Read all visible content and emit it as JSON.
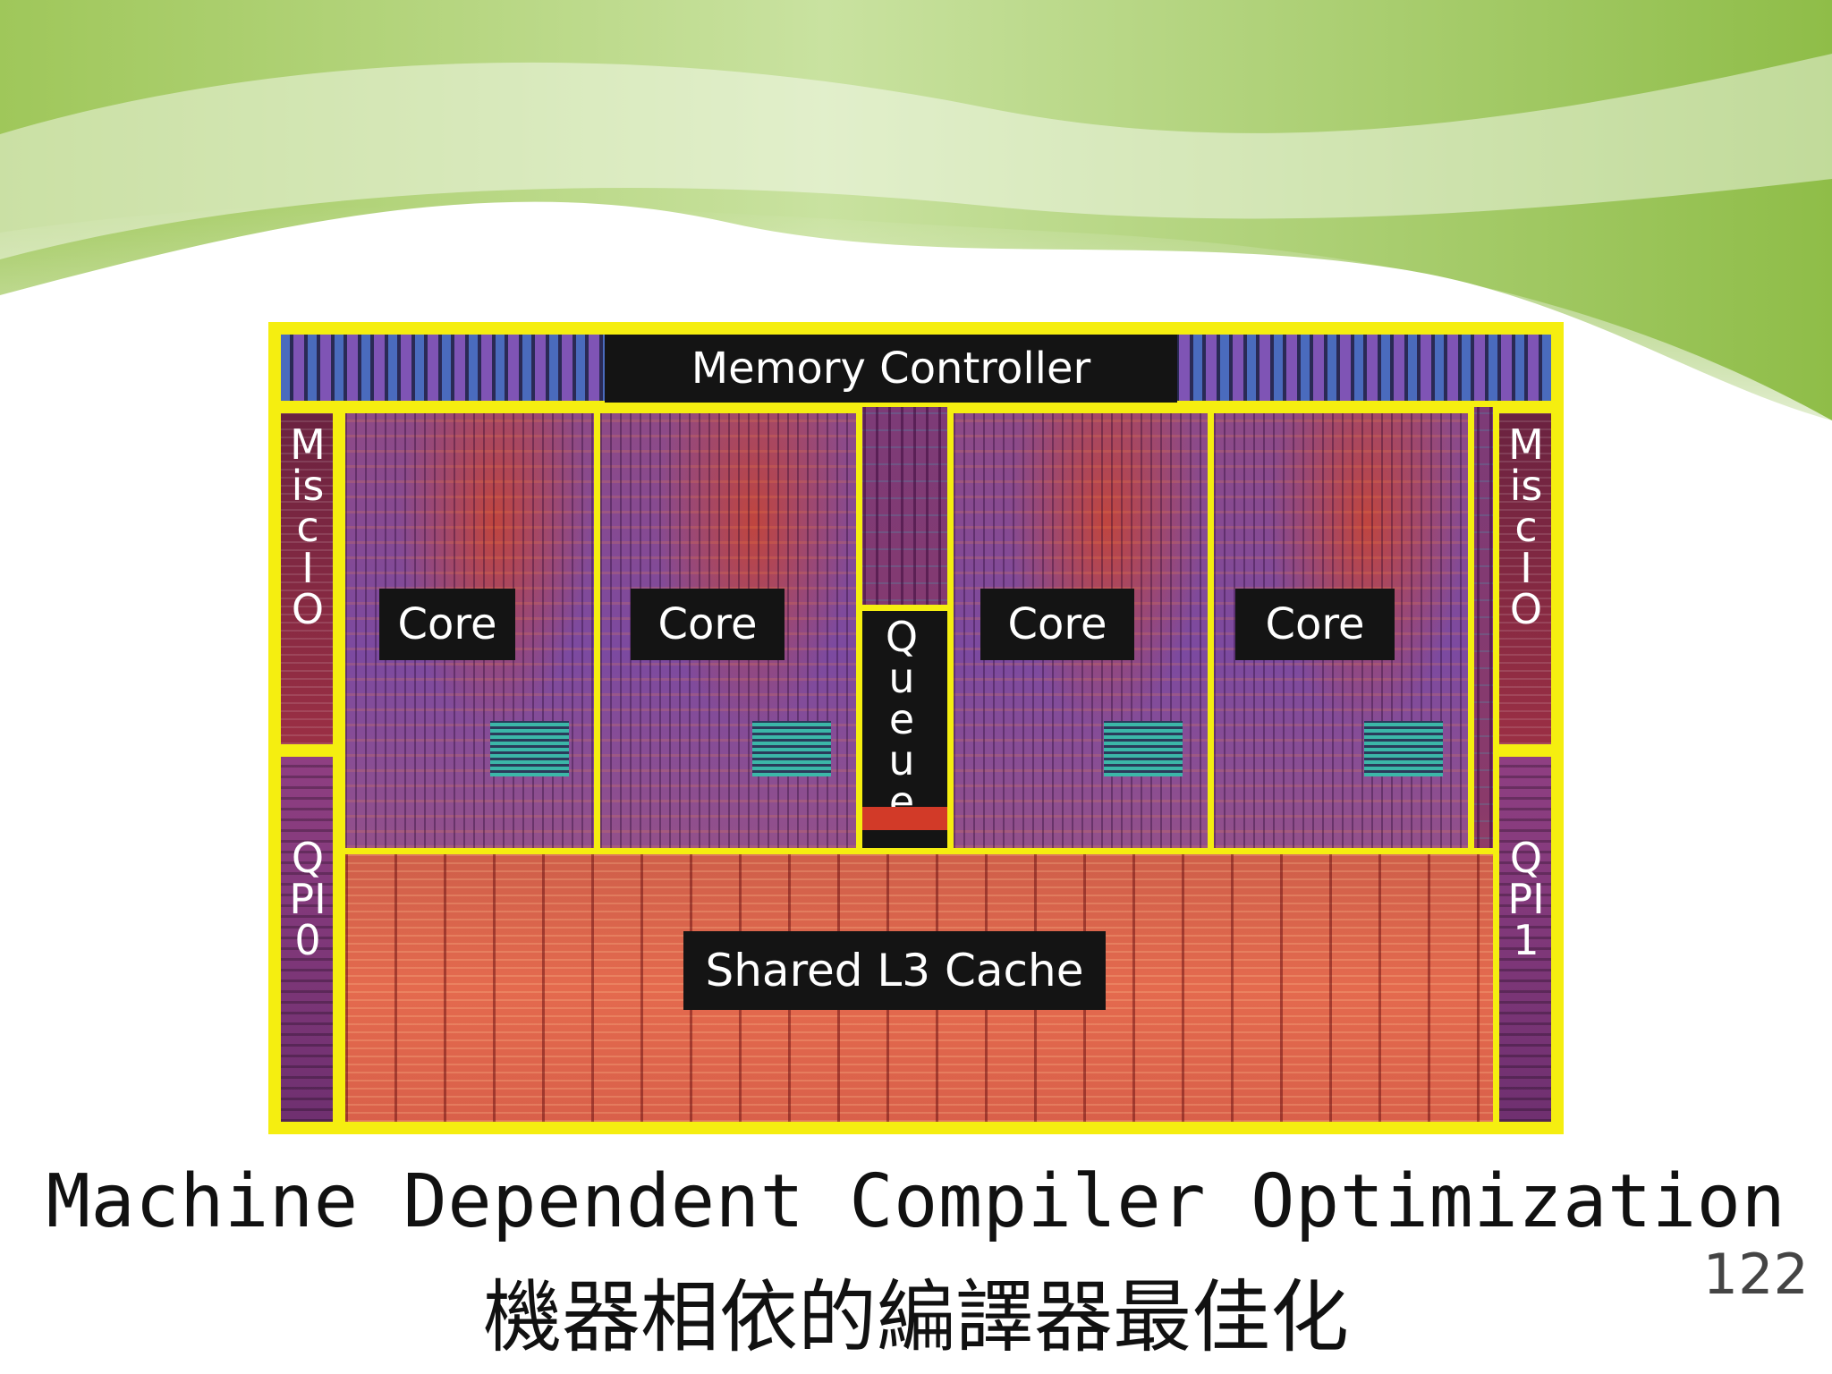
{
  "die": {
    "memory_controller": "Memory Controller",
    "cores": [
      "Core",
      "Core",
      "Core",
      "Core"
    ],
    "queue": "Queue",
    "shared_l3": "Shared L3 Cache",
    "misc_io_left": "Misc IO",
    "misc_io_right": "Misc IO",
    "qpi_left": "QPI 0",
    "qpi_right": "QPI 1"
  },
  "slide": {
    "title_en": "Machine Dependent Compiler Optimization",
    "title_zh": "機器相依的編譯器最佳化",
    "page_number": "122"
  },
  "colors": {
    "region_border": "#f5ee10",
    "background_wave": "#a8cc6a",
    "label_background": "#141414"
  }
}
